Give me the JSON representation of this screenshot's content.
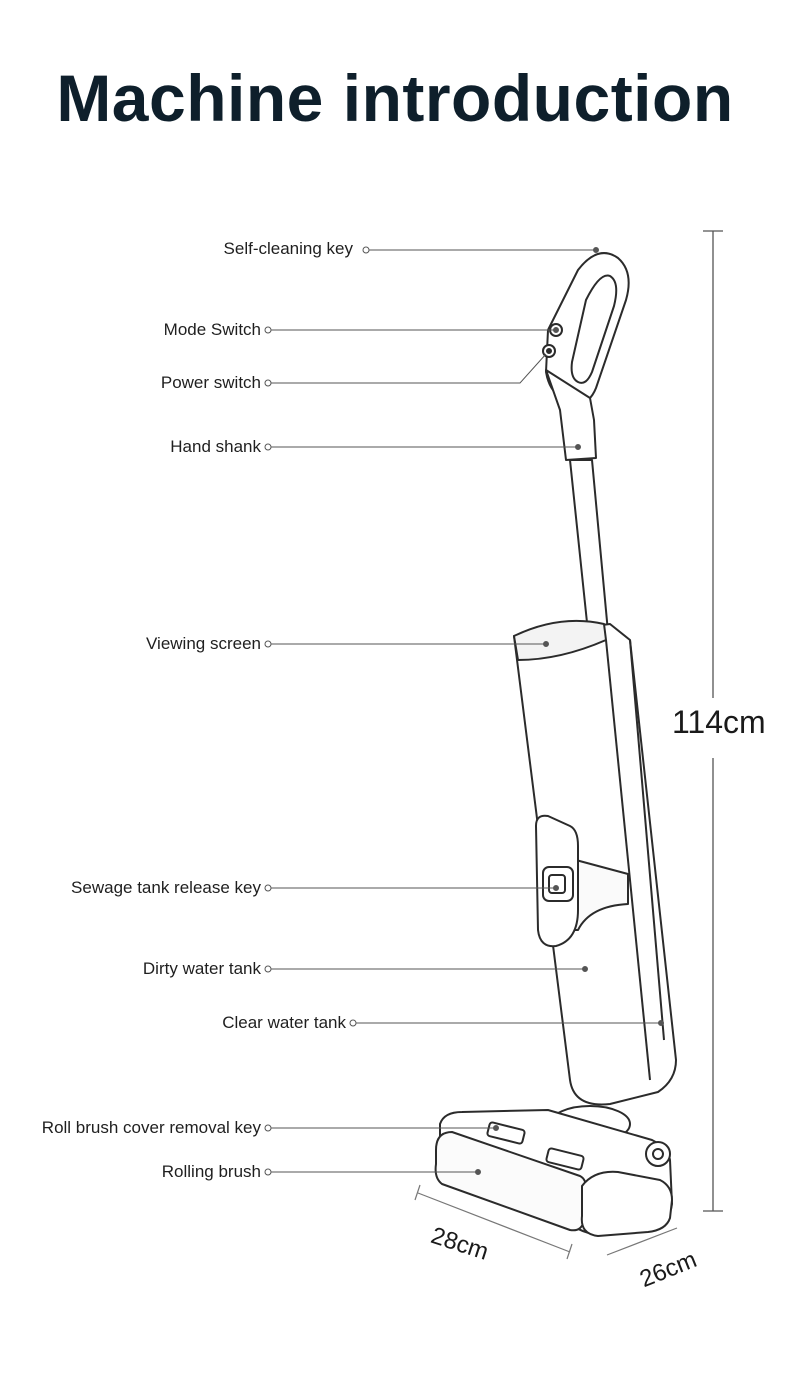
{
  "title": "Machine introduction",
  "labels": {
    "self_cleaning_key": "Self-cleaning key",
    "mode_switch": "Mode Switch",
    "power_switch": "Power switch",
    "hand_shank": "Hand shank",
    "viewing_screen": "Viewing screen",
    "sewage_tank_release_key": "Sewage tank release key",
    "dirty_water_tank": "Dirty water tank",
    "clear_water_tank": "Clear water tank",
    "roll_brush_cover_removal_key": "Roll brush cover removal key",
    "rolling_brush": "Rolling brush"
  },
  "dimensions": {
    "height": "114cm",
    "length": "28cm",
    "width": "26cm"
  },
  "colors": {
    "title": "#0e1f2b",
    "line": "#555555",
    "outline": "#2b2b2b"
  }
}
